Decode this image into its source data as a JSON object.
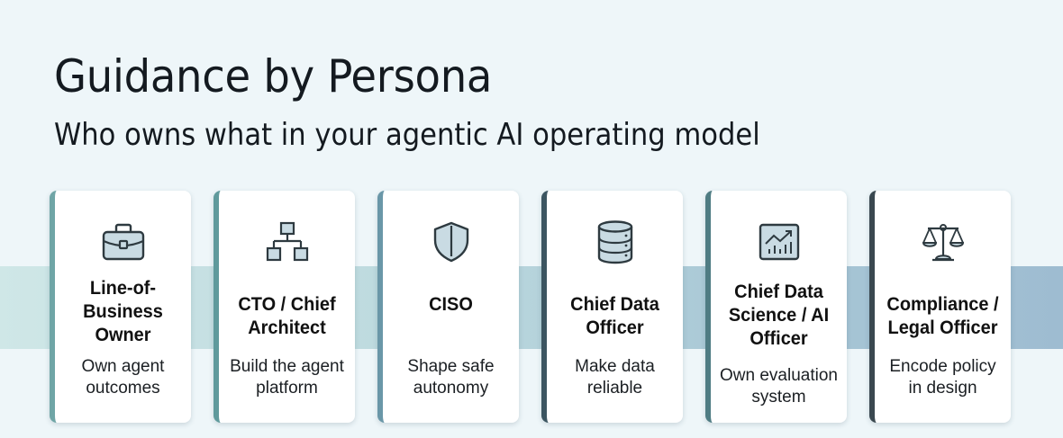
{
  "header": {
    "title": "Guidance by Persona",
    "subtitle": "Who owns what in your agentic AI operating model"
  },
  "colors": {
    "background": "#eef6f9",
    "band_start": "#cfe7e7",
    "band_end": "#9ebcd1",
    "icon_fill": "#c9dbe3",
    "icon_stroke": "#2e3a40"
  },
  "personas": [
    {
      "icon": "briefcase-icon",
      "role_lines": [
        "Line-of-",
        "Business",
        "Owner"
      ],
      "desc_lines": [
        "Own agent",
        "outcomes"
      ],
      "accent": "#6fa5a6"
    },
    {
      "icon": "hierarchy-icon",
      "role_lines": [
        "CTO / Chief",
        "Architect"
      ],
      "desc_lines": [
        "Build the agent",
        "platform"
      ],
      "accent": "#5f9a9c"
    },
    {
      "icon": "shield-icon",
      "role_lines": [
        "CISO"
      ],
      "desc_lines": [
        "Shape safe",
        "autonomy"
      ],
      "accent": "#6a97a8"
    },
    {
      "icon": "database-icon",
      "role_lines": [
        "Chief Data",
        "Officer"
      ],
      "desc_lines": [
        "Make data",
        "reliable"
      ],
      "accent": "#3c5561"
    },
    {
      "icon": "analytics-chart-icon",
      "role_lines": [
        "Chief Data",
        "Science / AI",
        "Officer"
      ],
      "desc_lines": [
        "Own evaluation",
        "system"
      ],
      "accent": "#4f7c83"
    },
    {
      "icon": "scales-of-justice-icon",
      "role_lines": [
        "Compliance /",
        "Legal Officer"
      ],
      "desc_lines": [
        "Encode policy",
        "in design"
      ],
      "accent": "#3a4850"
    }
  ]
}
